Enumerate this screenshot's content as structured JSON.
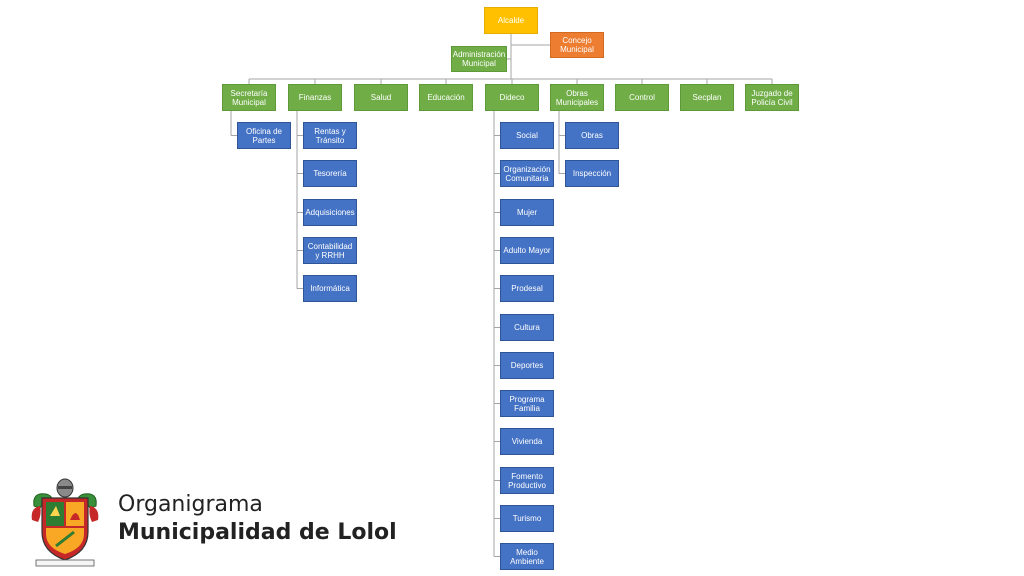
{
  "org": {
    "alcalde": "Alcalde",
    "concejo": "Concejo Municipal",
    "administracion": "Administración Municipal",
    "departments": [
      {
        "label": "Secretaría Municipal",
        "children": [
          "Oficina de Partes"
        ]
      },
      {
        "label": "Finanzas",
        "children": [
          "Rentas y Tránsito",
          "Tesorería",
          "Adquisiciones",
          "Contabilidad y RRHH",
          "Informática"
        ]
      },
      {
        "label": "Salud",
        "children": []
      },
      {
        "label": "Educación",
        "children": []
      },
      {
        "label": "Dideco",
        "children": [
          "Social",
          "Organización Comunitaria",
          "Mujer",
          "Adulto Mayor",
          "Prodesal",
          "Cultura",
          "Deportes",
          "Programa Familia",
          "Vivienda",
          "Fomento Productivo",
          "Turismo",
          "Medio Ambiente"
        ]
      },
      {
        "label": "Obras Municipales",
        "children": [
          "Obras",
          "Inspección"
        ]
      },
      {
        "label": "Control",
        "children": []
      },
      {
        "label": "Secplan",
        "children": []
      },
      {
        "label": "Juzgado de Policía Civil",
        "children": []
      }
    ]
  },
  "colors": {
    "alcalde": "#ffc000",
    "concejo": "#ed7d31",
    "level1": "#70ad47",
    "level2": "#4472c4",
    "connector": "#a5a5a5"
  },
  "title": {
    "line1": "Organigrama",
    "line2": "Municipalidad de Lolol"
  },
  "logo": {
    "icon": "municipal-coat-of-arms-icon"
  }
}
